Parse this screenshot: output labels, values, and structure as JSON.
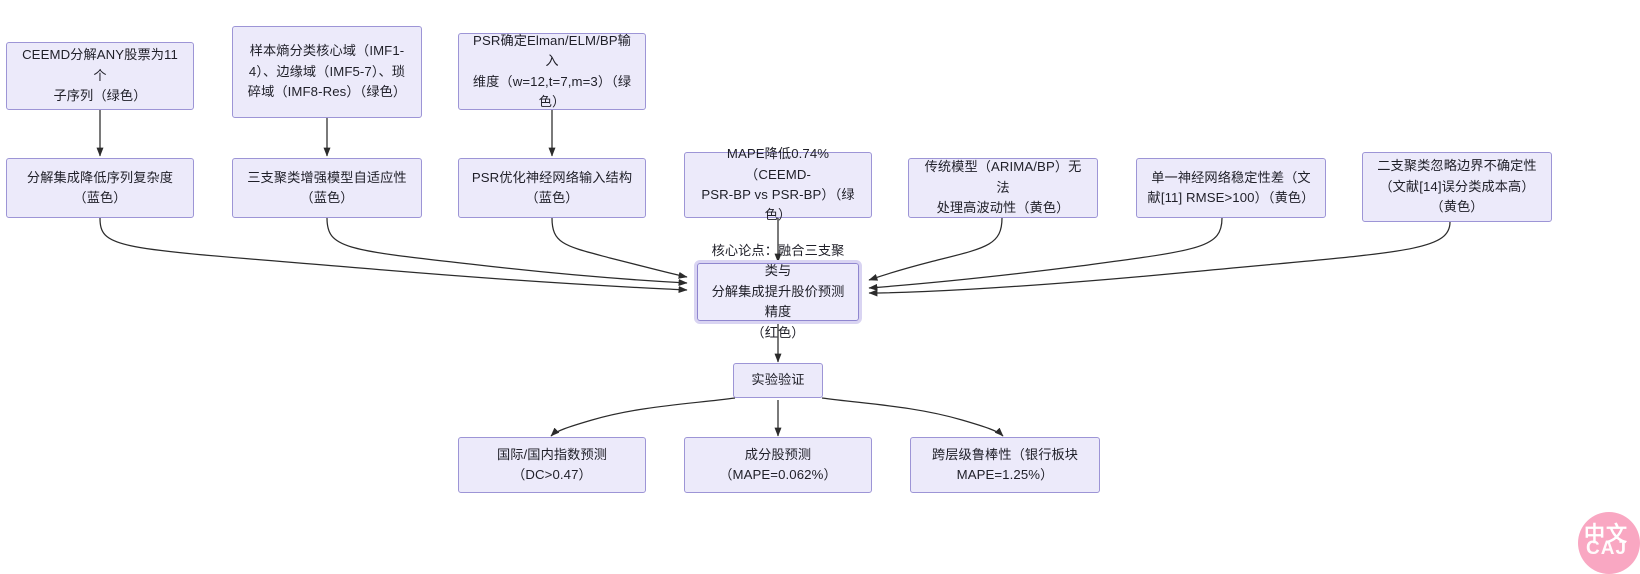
{
  "diagram": {
    "type": "flowchart",
    "direction": "top-down-convergent",
    "background_color": "#ffffff",
    "node_fill": "#ECEAFA",
    "node_border": "#9D95D6",
    "core_outline": "#D9D4F2",
    "edge_color": "#333333",
    "watermark": {
      "cn": "中文",
      "en": "CAJ",
      "color": "#F9A7C2"
    }
  },
  "nodes": {
    "row_top": [
      {
        "id": "ceemd",
        "label": "CEEMD分解ANY股票为11个\n子序列（绿色）"
      },
      {
        "id": "sample-entropy",
        "label": "样本熵分类核心域（IMF1-\n4）、边缘域（IMF5-7）、琐\n碎域（IMF8-Res）（绿色）"
      },
      {
        "id": "psr-dim",
        "label": "PSR确定Elman/ELM/BP输入\n维度（w=12,t=7,m=3）（绿\n色）"
      }
    ],
    "row_mid": [
      {
        "id": "decomp-complexity",
        "label": "分解集成降低序列复杂度\n（蓝色）"
      },
      {
        "id": "three-way-adapt",
        "label": "三支聚类增强模型自适应性\n（蓝色）"
      },
      {
        "id": "psr-structure",
        "label": "PSR优化神经网络输入结构\n（蓝色）"
      },
      {
        "id": "mape-drop",
        "label": "MAPE降低0.74%（CEEMD-\nPSR-BP vs PSR-BP）（绿\n色）"
      },
      {
        "id": "traditional-limit",
        "label": "传统模型（ARIMA/BP）无法\n处理高波动性（黄色）"
      },
      {
        "id": "single-nn-unstable",
        "label": "单一神经网络稳定性差（文\n献[11] RMSE>100）（黄色）"
      },
      {
        "id": "two-way-ignore",
        "label": "二支聚类忽略边界不确定性\n（文献[14]误分类成本高）\n（黄色）"
      }
    ],
    "core": {
      "id": "core-thesis",
      "label": "核心论点：融合三支聚类与\n分解集成提升股价预测精度\n（红色）"
    },
    "validation": {
      "id": "experiment-validation",
      "label": "实验验证"
    },
    "row_bottom": [
      {
        "id": "index-forecast",
        "label": "国际/国内指数预测\n（DC>0.47）"
      },
      {
        "id": "constituent-forecast",
        "label": "成分股预测\n（MAPE=0.062%）"
      },
      {
        "id": "cross-layer-robust",
        "label": "跨层级鲁棒性（银行板块\nMAPE=1.25%）"
      }
    ]
  }
}
